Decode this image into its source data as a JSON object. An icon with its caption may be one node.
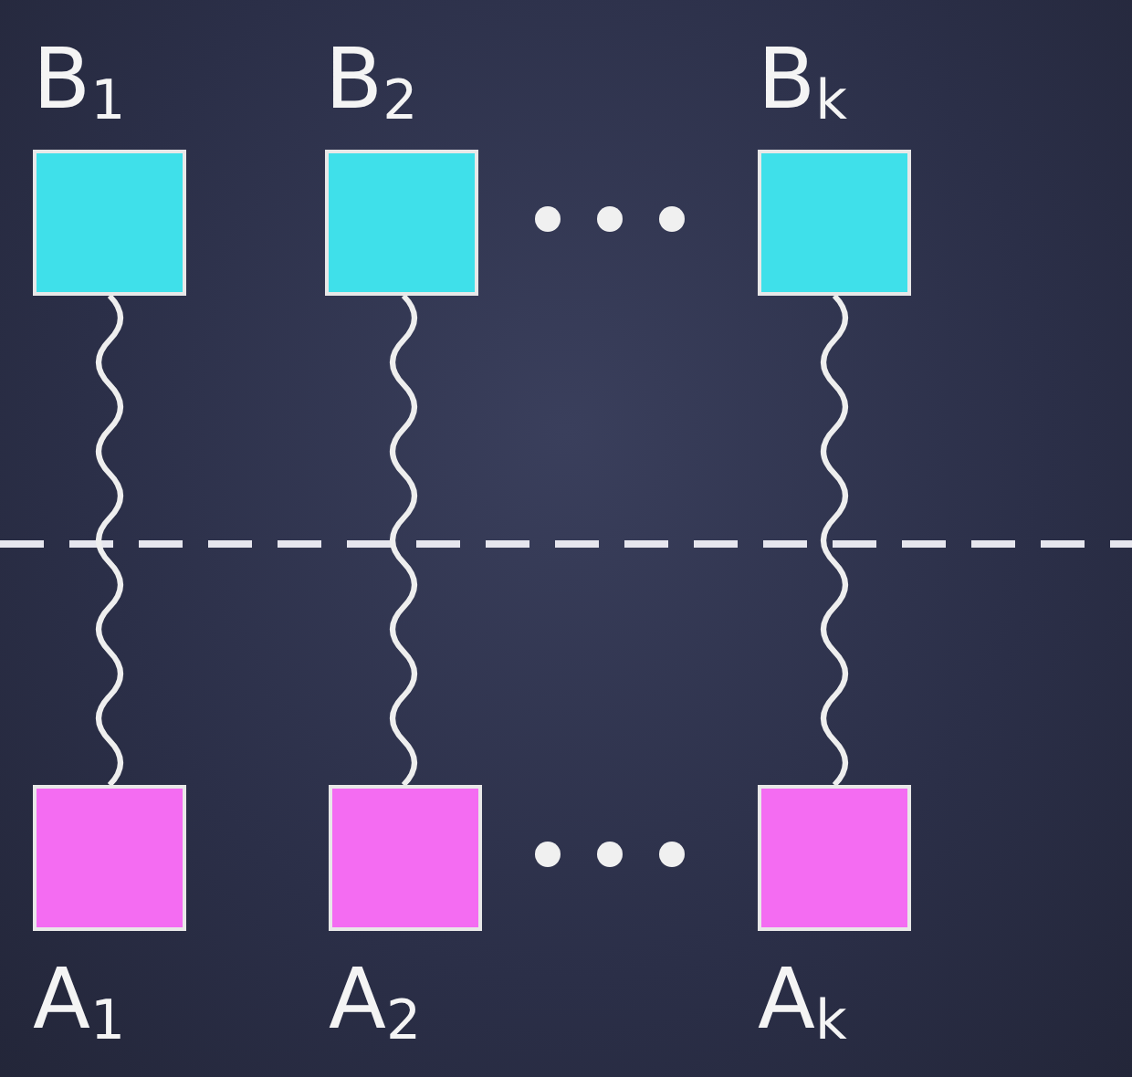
{
  "diagram": {
    "nodes": [
      {
        "text": [
          "B$_{1}$"
        ]
      },
      {
        "text": [
          "B$_{2}$"
        ]
      },
      {
        "text": [
          "B$_{k}$"
        ]
      },
      {
        "text": [
          "A$_{1}$"
        ]
      },
      {
        "text": [
          "A$_{2}$"
        ]
      },
      {
        "text": [
          "A$_{k}$"
        ]
      }
    ],
    "edges": [
      {
        "from": 0,
        "to": 3,
        "arrow": "none"
      },
      {
        "from": 1,
        "to": 4,
        "arrow": "none"
      },
      {
        "from": 2,
        "to": 5,
        "arrow": "none"
      }
    ]
  }
}
